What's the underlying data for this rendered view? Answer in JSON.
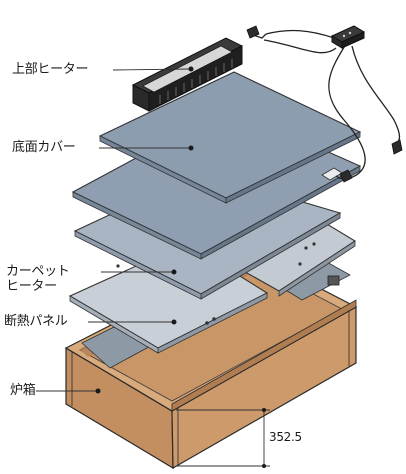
{
  "labels": {
    "top_heater": "上部ヒーター",
    "bottom_cover": "底面カバー",
    "carpet_heater_line1": "カーペット",
    "carpet_heater_line2": "ヒーター",
    "insulation_panel": "断熱パネル",
    "furnace_box": "炉箱"
  },
  "dimension": {
    "height_value": "352.5"
  },
  "colors": {
    "cover_panel": "#8e9fb0",
    "carpet_panel": "#a7b4c1",
    "insulation_panel": "#c7ced6",
    "wood_side": "#c79466",
    "wood_top": "#d7a87a",
    "heater_body": "#2b2b2b"
  }
}
